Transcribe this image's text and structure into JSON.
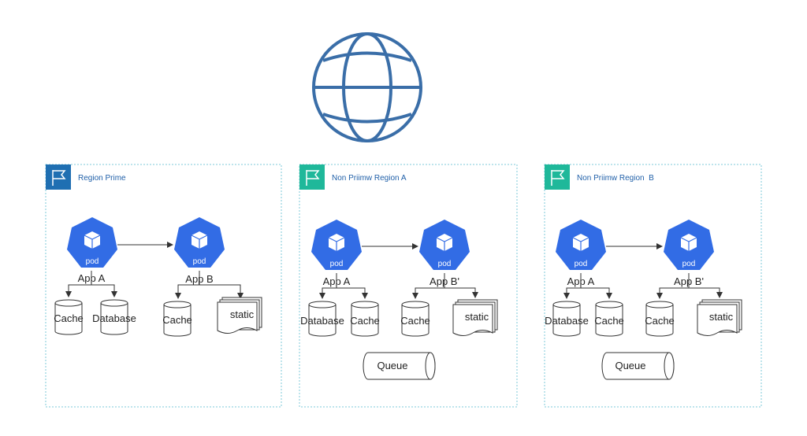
{
  "colors": {
    "globe": "#3a6ea8",
    "pod": "#326ce5",
    "region_prime": "#1f6fb2",
    "region_non_prime": "#1fb89a",
    "region_title_text": "#1f5fa8",
    "region_border": "#7ec8d8"
  },
  "icons": {
    "internet": "globe-icon",
    "region": "flag-icon",
    "pod": "kubernetes-pod-icon",
    "cache": "cylinder-icon",
    "database": "cylinder-icon",
    "static": "multi-document-icon",
    "queue": "horizontal-cylinder-icon"
  },
  "pod_label": "pod",
  "regions": [
    {
      "title": "Region Prime",
      "apps": [
        {
          "name": "App A",
          "stores": [
            "Cache",
            "Database"
          ]
        },
        {
          "name": "App B",
          "stores": [
            "Cache",
            "static"
          ]
        }
      ]
    },
    {
      "title": "Non Priimw Region A",
      "apps": [
        {
          "name": "App A",
          "stores": [
            "Database",
            "Cache"
          ]
        },
        {
          "name": "App B'",
          "stores": [
            "Cache",
            "static"
          ]
        }
      ],
      "queue": "Queue"
    },
    {
      "title": "Non Priimw Region  B",
      "apps": [
        {
          "name": "App A",
          "stores": [
            "Database",
            "Cache"
          ]
        },
        {
          "name": "App B'",
          "stores": [
            "Cache",
            "static"
          ]
        }
      ],
      "queue": "Queue"
    }
  ]
}
